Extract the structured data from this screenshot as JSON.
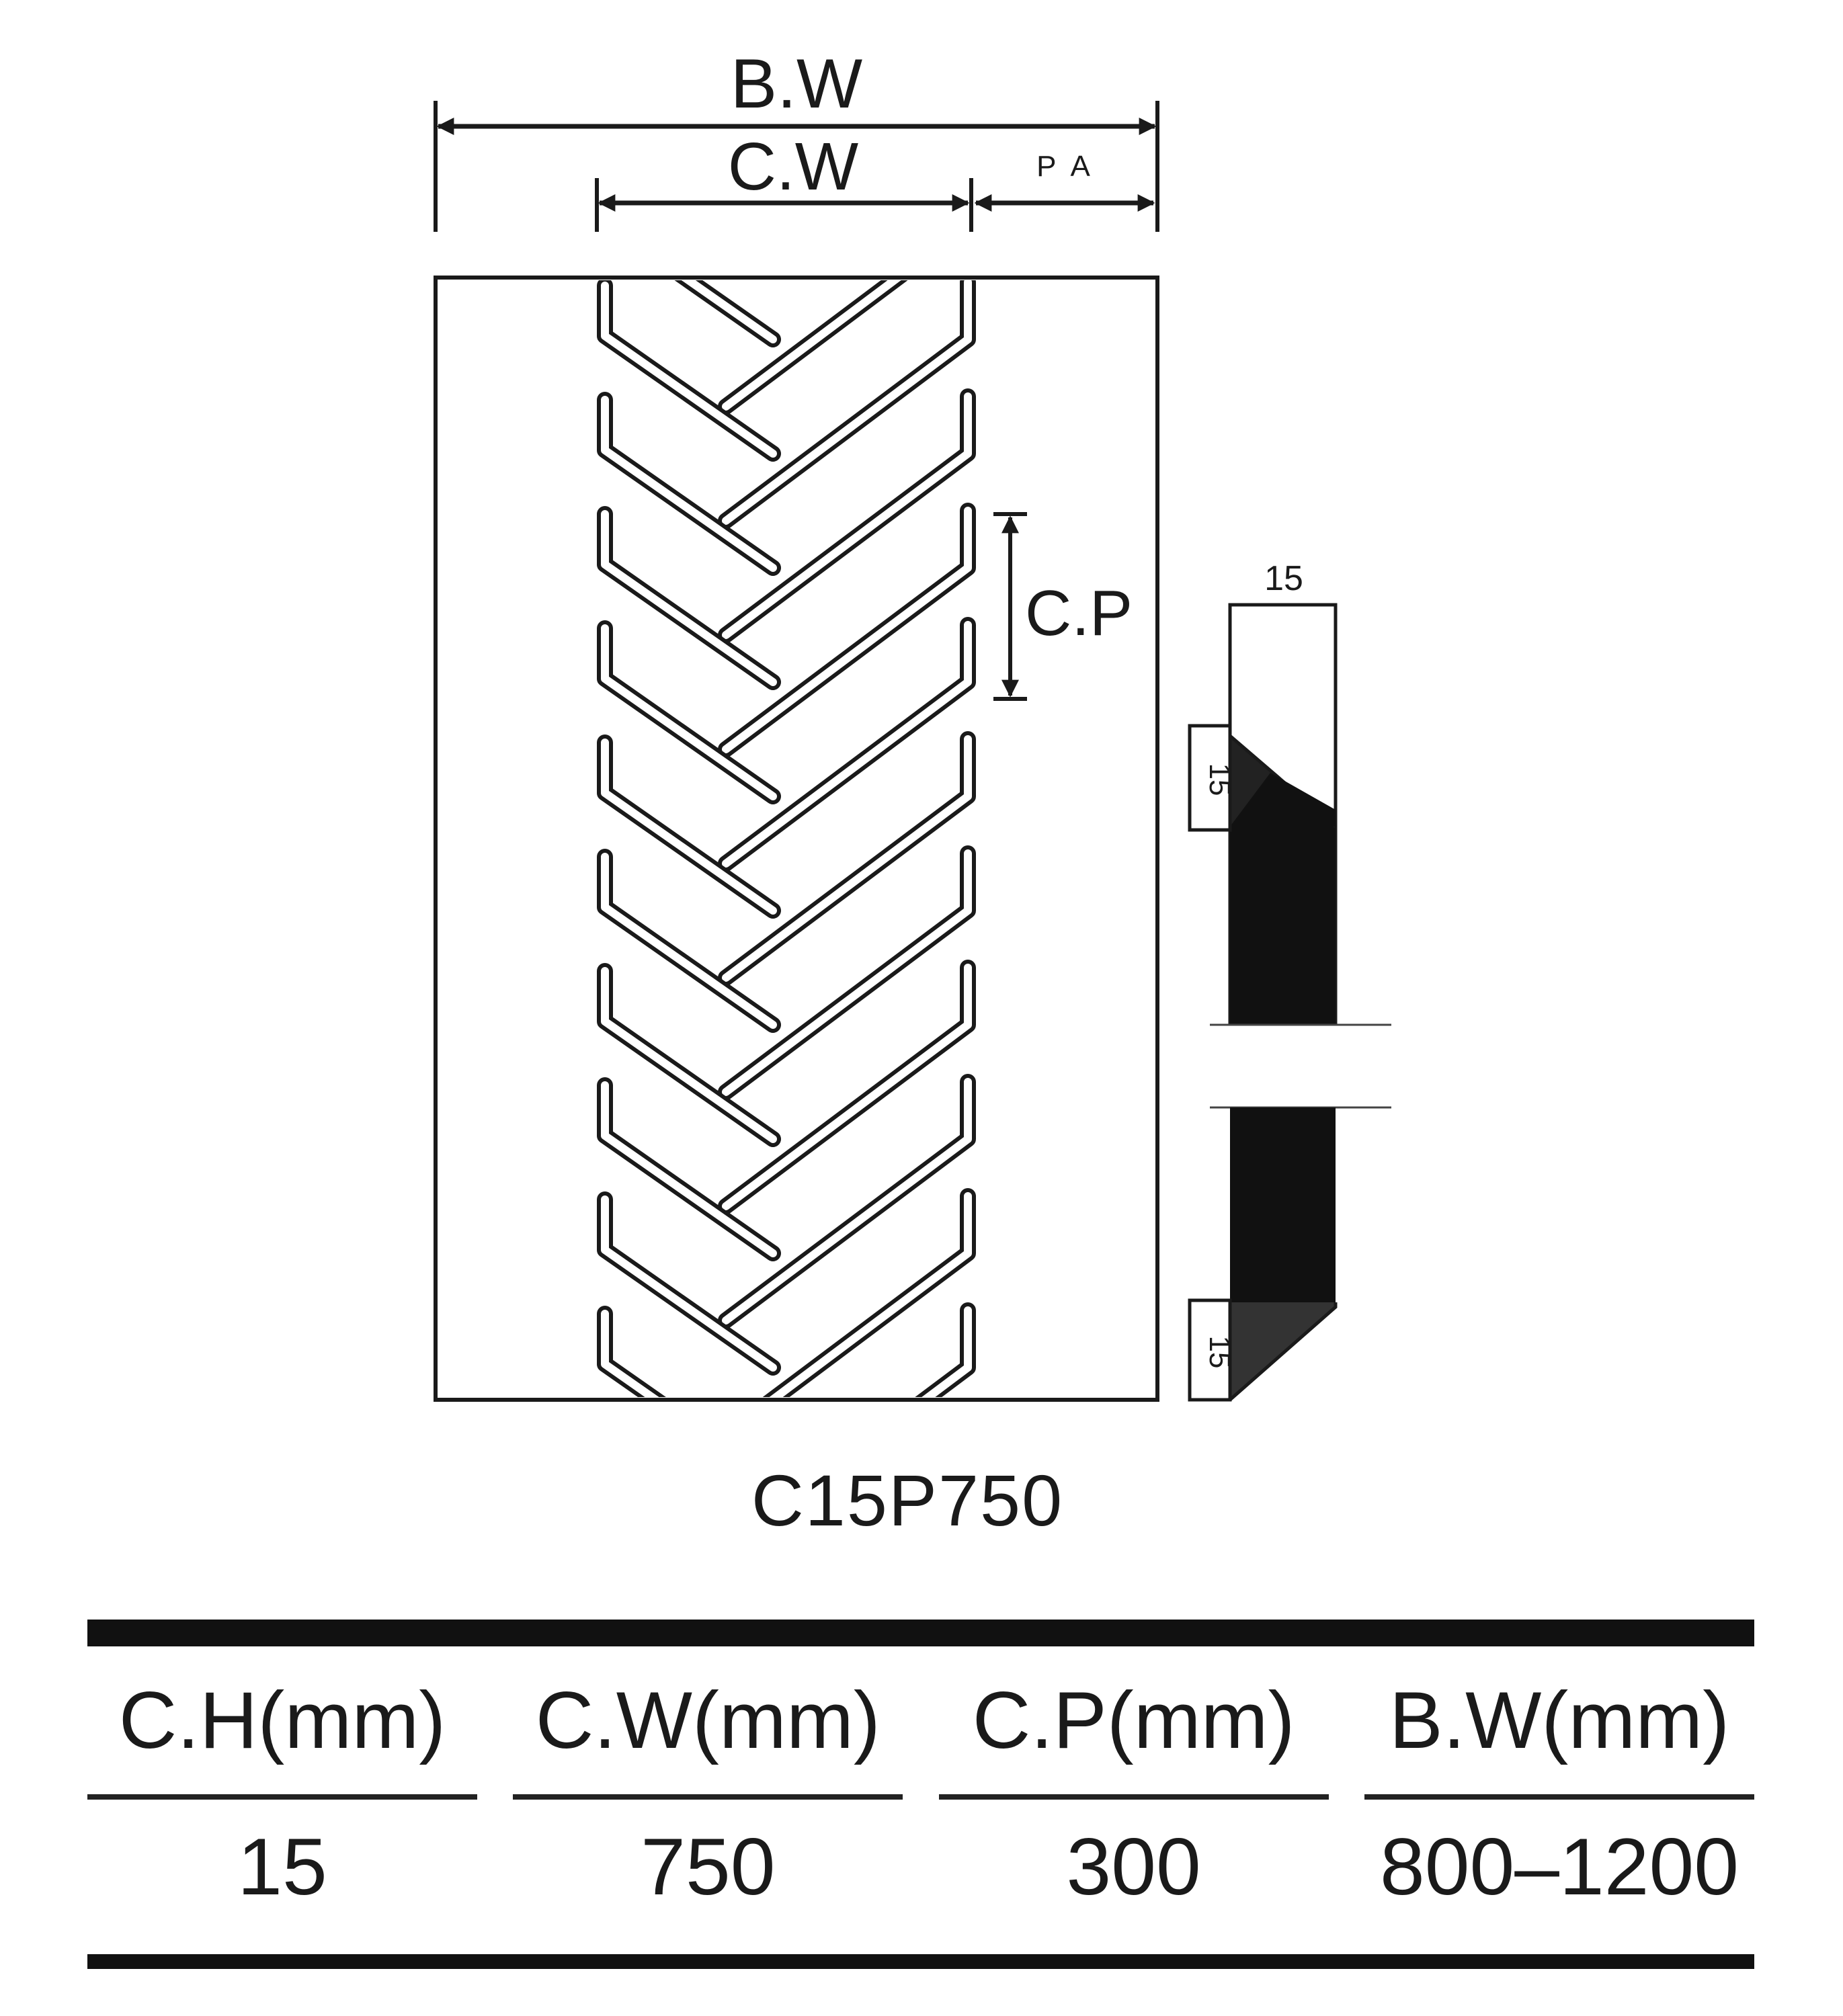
{
  "dimensions": {
    "belt_width": "B.W",
    "cleat_width": "C.W",
    "pa": "P A",
    "cleat_pitch": "C.P",
    "profile_width": "15",
    "profile_side_top": "15",
    "profile_side_bottom": "15"
  },
  "model_code": "C15P750",
  "spec_table": {
    "headers": [
      "C.H(mm)",
      "C.W(mm)",
      "C.P(mm)",
      "B.W(mm)"
    ],
    "values": [
      "15",
      "750",
      "300",
      "800–1200"
    ]
  },
  "colors": {
    "line": "#1a1a1a",
    "fill": "#111111"
  }
}
